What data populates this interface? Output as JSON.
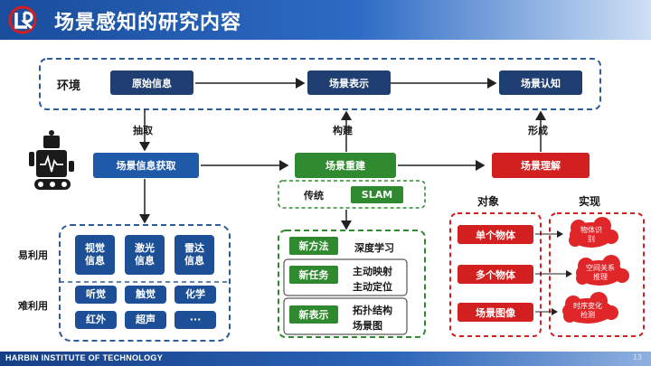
{
  "header": {
    "title": "场景感知的研究内容"
  },
  "footer": {
    "institution": "HARBIN INSTITUTE OF TECHNOLOGY",
    "page": "13"
  },
  "top_row": {
    "env_label": "环境",
    "raw_info": "原始信息",
    "scene_repr": "场景表示",
    "scene_cog": "场景认知"
  },
  "arrow_labels": {
    "extract": "抽取",
    "build": "构建",
    "form": "形成"
  },
  "mid_row": {
    "acquire": "场景信息获取",
    "rebuild": "场景重建",
    "understand": "场景理解"
  },
  "acquire_panel": {
    "easy_label": "易利用",
    "hard_label": "难利用",
    "easy_tiles": [
      "视觉信息",
      "激光信息",
      "雷达信息"
    ],
    "hard_tiles": [
      "听觉",
      "触觉",
      "化学",
      "红外",
      "超声",
      "···"
    ]
  },
  "rebuild_panel": {
    "traditional": "传统",
    "slam": "SLAM",
    "rows": [
      {
        "tag": "新方法",
        "items": [
          "深度学习"
        ]
      },
      {
        "tag": "新任务",
        "items": [
          "主动映射",
          "主动定位"
        ]
      },
      {
        "tag": "新表示",
        "items": [
          "拓扑结构",
          "场景图"
        ]
      }
    ]
  },
  "understand_panel": {
    "object_header": "对象",
    "impl_header": "实现",
    "objects": [
      "单个物体",
      "多个物体",
      "场景图像"
    ],
    "impls": [
      "物体识别",
      "空间关系推理",
      "时序变化检测"
    ]
  },
  "colors": {
    "navy": "#1f3f72",
    "blue": "#1e5aa8",
    "green": "#2f8a2f",
    "red": "#d21f1f"
  }
}
